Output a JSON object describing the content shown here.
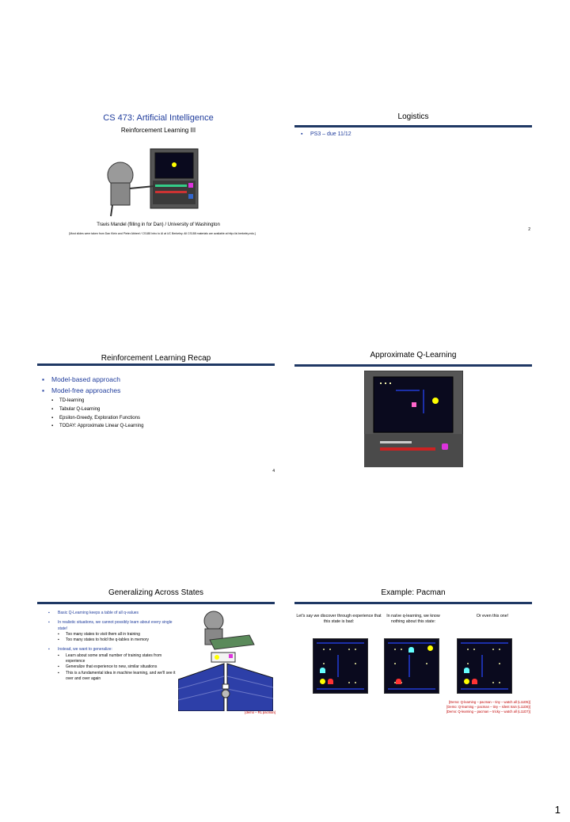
{
  "slide1": {
    "title": "CS 473: Artificial Intelligence",
    "subtitle": "Reinforcement Learning III",
    "author": "Travis Mandel (filling in for Dan) / University of Washington",
    "credit": "[Most slides were taken from Dan Klein and Pieter Abbeel / CS188 Intro to AI at UC Berkeley.  All CS188 materials are available at http://ai.berkeley.edu.]"
  },
  "slide2": {
    "title": "Logistics",
    "bullets": [
      "PS3 – due 11/12"
    ],
    "page_number": "2"
  },
  "slide3": {
    "title": "Reinforcement Learning Recap",
    "bullets": [
      "Model-based approach",
      "Model-free approaches"
    ],
    "sub_bullets": [
      "TD-learning",
      "Tabular Q-Learning",
      "Epsilon-Greedy, Exploration Functions",
      "TODAY: Approximate Linear Q-Learning"
    ],
    "page_number": "4"
  },
  "slide4": {
    "title": "Approximate Q-Learning"
  },
  "slide5": {
    "title": "Generalizing Across States",
    "b1": "Basic Q-Learning keeps a table of all q-values",
    "b2": "In realistic situations, we cannot possibly learn about every single state!",
    "b2_sub": [
      "Too many states to visit them all in training",
      "Too many states to hold the q-tables in memory"
    ],
    "b3": "Instead, we want to generalize:",
    "b3_sub": [
      "Learn about some small number of training states from experience",
      "Generalize that experience to new, similar situations",
      "This is a fundamental idea in machine learning, and we'll see it over and over again"
    ],
    "demo": "[demo – RL pacman]"
  },
  "slide6": {
    "title": "Example: Pacman",
    "captions": [
      "Let's say we discover through experience that this state is bad:",
      "In naïve q-learning, we know nothing about this state:",
      "Or even this one!"
    ],
    "demos": [
      "[Demo: Q-learning – pacman – tiny – watch all (L11D5)]",
      "[Demo: Q-learning – pacman – tiny – silent train (L11D6)]",
      "[Demo: Q-learning – pacman – tricky – watch all (L11D7)]"
    ]
  },
  "page_number": "1"
}
